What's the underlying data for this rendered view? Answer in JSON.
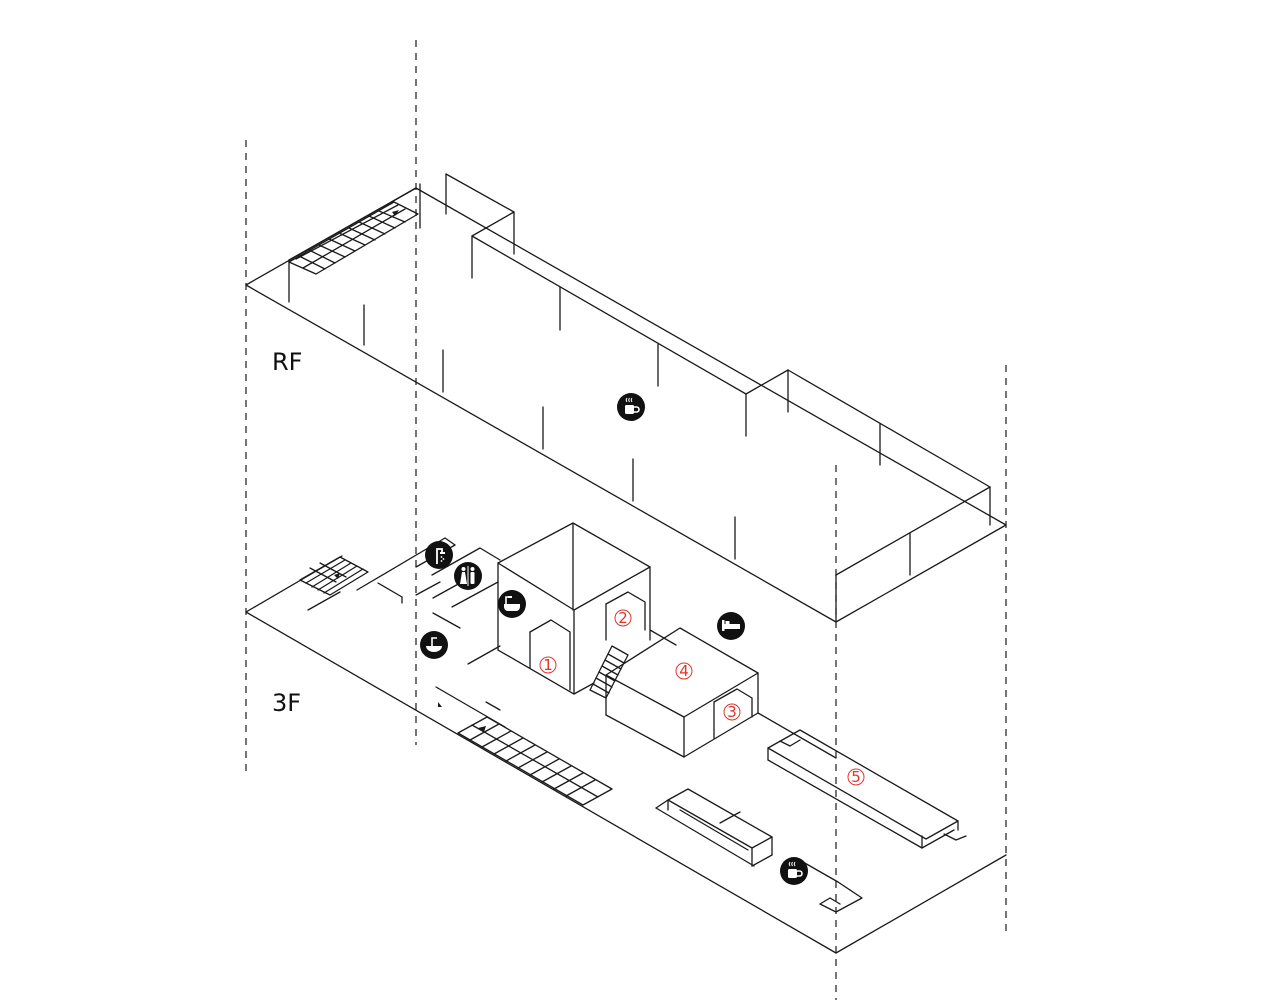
{
  "floors": [
    {
      "id": "rf",
      "label": "RF"
    },
    {
      "id": "3f",
      "label": "3F"
    }
  ],
  "rooms": [
    {
      "id": "r1",
      "label": "1"
    },
    {
      "id": "r2",
      "label": "2"
    },
    {
      "id": "r3",
      "label": "3"
    },
    {
      "id": "r4",
      "label": "4"
    },
    {
      "id": "r5",
      "label": "5"
    }
  ],
  "icons": [
    {
      "id": "cafe-rf",
      "name": "coffee-cup-icon"
    },
    {
      "id": "shower",
      "name": "shower-icon"
    },
    {
      "id": "toilet",
      "name": "restroom-icon"
    },
    {
      "id": "bath",
      "name": "bathtub-icon"
    },
    {
      "id": "sink",
      "name": "washbasin-icon"
    },
    {
      "id": "bed",
      "name": "bed-icon"
    },
    {
      "id": "cafe-3f",
      "name": "coffee-cup-icon"
    }
  ],
  "colors": {
    "line": "#1a1a1a",
    "room_number": "#e0352b",
    "icon_fill": "#111111"
  }
}
